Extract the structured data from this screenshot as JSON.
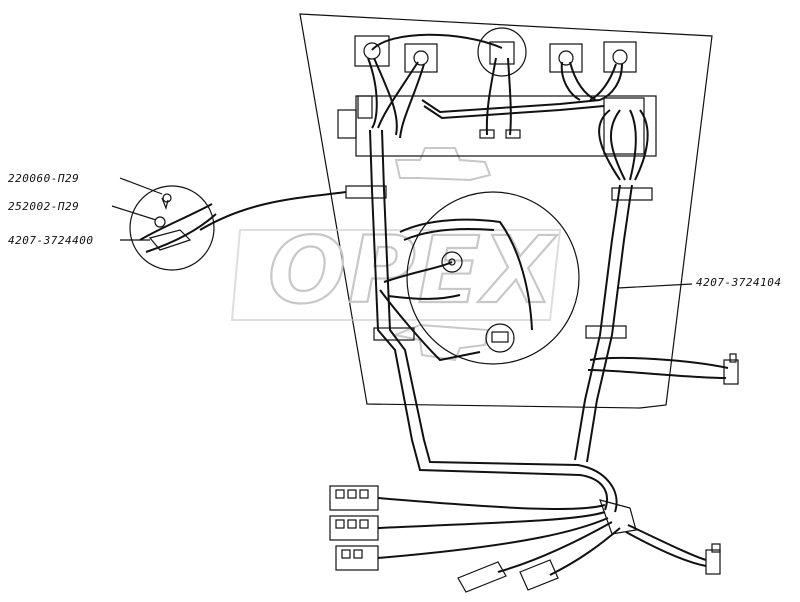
{
  "parts": {
    "screw": "220060-П29",
    "washer": "252002-П29",
    "clip": "4207-3724400",
    "harness": "4207-3724104"
  },
  "watermark": "OPEX"
}
